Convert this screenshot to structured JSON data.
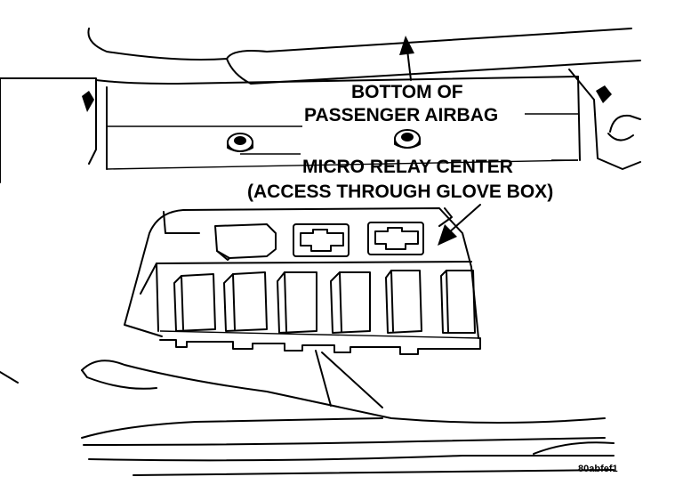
{
  "labels": {
    "airbag_line1": "BOTTOM OF",
    "airbag_line2": "PASSENGER AIRBAG",
    "relay_line1": "MICRO RELAY CENTER",
    "relay_line2": "(ACCESS THROUGH GLOVE BOX)",
    "figure_id": "80abfef1"
  },
  "colors": {
    "ink": "#000000",
    "paper": "#ffffff"
  }
}
